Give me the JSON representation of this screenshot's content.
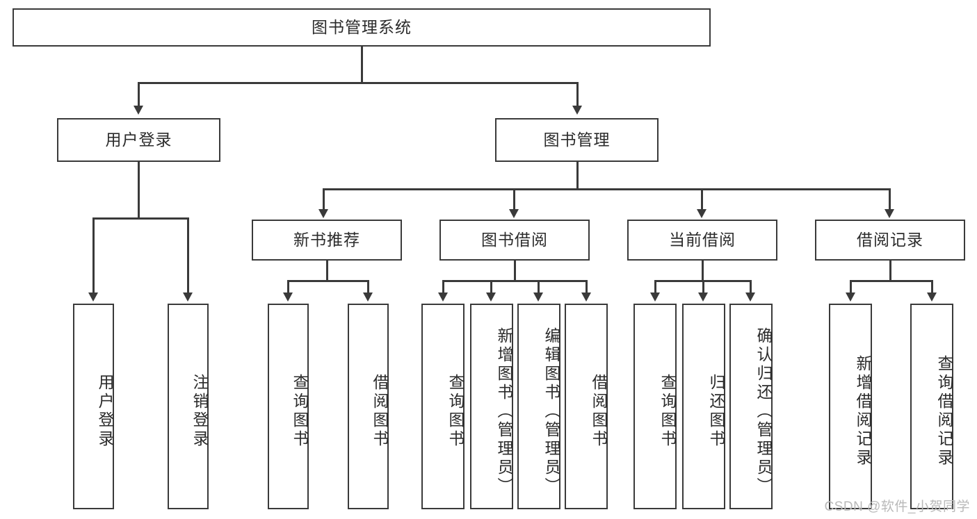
{
  "diagram": {
    "title": "图书管理系统",
    "root": {
      "label": "图书管理系统"
    },
    "level1": [
      {
        "label": "用户登录"
      },
      {
        "label": "图书管理"
      }
    ],
    "level2": [
      {
        "label": "新书推荐"
      },
      {
        "label": "图书借阅"
      },
      {
        "label": "当前借阅"
      },
      {
        "label": "借阅记录"
      }
    ],
    "leaves": [
      {
        "label": "用户登录"
      },
      {
        "label": "注销登录"
      },
      {
        "label": "查询图书"
      },
      {
        "label": "借阅图书"
      },
      {
        "label": "查询图书"
      },
      {
        "label": "新增图书（管理员）"
      },
      {
        "label": "编辑图书（管理员）"
      },
      {
        "label": "借阅图书"
      },
      {
        "label": "查询图书"
      },
      {
        "label": "归还图书"
      },
      {
        "label": "确认归还（管理员）"
      },
      {
        "label": "新增借阅记录"
      },
      {
        "label": "查询借阅记录"
      }
    ]
  },
  "watermark": {
    "text": "CSDN @软件_小贺同学"
  },
  "colors": {
    "stroke": "#3a3a3a",
    "text": "#2b2b2b",
    "background": "#ffffff",
    "watermark": "#b9b9b9"
  },
  "chart_data": {
    "type": "diagram",
    "subtype": "tree",
    "orientation": "top-down",
    "title": "图书管理系统",
    "nodes": [
      {
        "id": "root",
        "label": "图书管理系统",
        "level": 0,
        "parent": null
      },
      {
        "id": "l1-0",
        "label": "用户登录",
        "level": 1,
        "parent": "root"
      },
      {
        "id": "l1-1",
        "label": "图书管理",
        "level": 1,
        "parent": "root"
      },
      {
        "id": "l2-0",
        "label": "新书推荐",
        "level": 2,
        "parent": "l1-1"
      },
      {
        "id": "l2-1",
        "label": "图书借阅",
        "level": 2,
        "parent": "l1-1"
      },
      {
        "id": "l2-2",
        "label": "当前借阅",
        "level": 2,
        "parent": "l1-1"
      },
      {
        "id": "l2-3",
        "label": "借阅记录",
        "level": 2,
        "parent": "l1-1"
      },
      {
        "id": "l3-0",
        "label": "用户登录",
        "level": 3,
        "parent": "l1-0"
      },
      {
        "id": "l3-1",
        "label": "注销登录",
        "level": 3,
        "parent": "l1-0"
      },
      {
        "id": "l3-2",
        "label": "查询图书",
        "level": 3,
        "parent": "l2-0"
      },
      {
        "id": "l3-3",
        "label": "借阅图书",
        "level": 3,
        "parent": "l2-0"
      },
      {
        "id": "l3-4",
        "label": "查询图书",
        "level": 3,
        "parent": "l2-1"
      },
      {
        "id": "l3-5",
        "label": "新增图书（管理员）",
        "level": 3,
        "parent": "l2-1"
      },
      {
        "id": "l3-6",
        "label": "编辑图书（管理员）",
        "level": 3,
        "parent": "l2-1"
      },
      {
        "id": "l3-7",
        "label": "借阅图书",
        "level": 3,
        "parent": "l2-1"
      },
      {
        "id": "l3-8",
        "label": "查询图书",
        "level": 3,
        "parent": "l2-2"
      },
      {
        "id": "l3-9",
        "label": "归还图书",
        "level": 3,
        "parent": "l2-2"
      },
      {
        "id": "l3-10",
        "label": "确认归还（管理员）",
        "level": 3,
        "parent": "l2-2"
      },
      {
        "id": "l3-11",
        "label": "新增借阅记录",
        "level": 3,
        "parent": "l2-3"
      },
      {
        "id": "l3-12",
        "label": "查询借阅记录",
        "level": 3,
        "parent": "l2-3"
      }
    ]
  }
}
